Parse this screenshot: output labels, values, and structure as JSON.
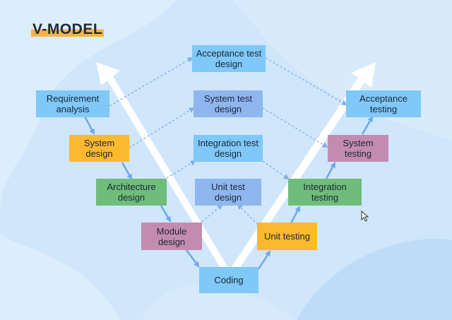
{
  "title": "V-MODEL",
  "colors": {
    "background": "#cfe6fb",
    "title_highlight": "#fbb24a",
    "box_blue": "#7fc8f8",
    "box_mid_blue": "#8fb6ee",
    "box_yellow": "#fbb92e",
    "box_green": "#6fbd7a",
    "box_purple": "#c48bb0",
    "arrow": "#6fa8e6"
  },
  "boxes": {
    "acceptance_test_design": "Acceptance test design",
    "system_test_design": "System test design",
    "integration_test_design": "Integration test design",
    "unit_test_design": "Unit test design",
    "requirement_analysis": "Requirement analysis",
    "system_design": "System design",
    "architecture_design": "Architecture design",
    "module_design": "Module design",
    "coding": "Coding",
    "unit_testing": "Unit testing",
    "integration_testing": "Integration testing",
    "system_testing": "System testing",
    "acceptance_testing": "Acceptance testing"
  },
  "icons": [
    "v-arrow-icon",
    "mouse-cursor-icon"
  ]
}
